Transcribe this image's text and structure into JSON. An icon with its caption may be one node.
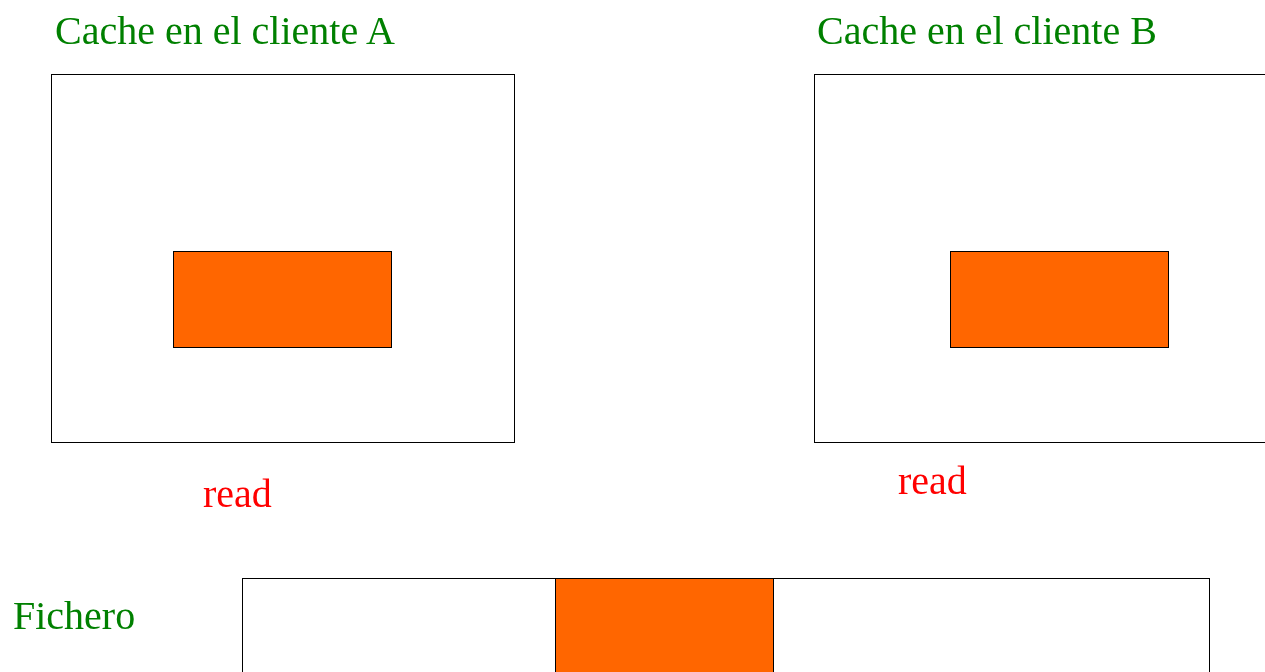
{
  "diagram": {
    "nodes": [
      {
        "text": [
          "Cache en el cliente A"
        ]
      },
      {
        "text": [],
        "shape": "box",
        "in": 0
      },
      {
        "text": [
          "Cache en el cliente B"
        ]
      },
      {
        "text": [],
        "shape": "box",
        "in": 2
      },
      {
        "text": [
          "Fichero"
        ]
      },
      {
        "text": [],
        "shape": "box",
        "in": 4
      }
    ],
    "labels": [
      "read",
      "read"
    ]
  }
}
